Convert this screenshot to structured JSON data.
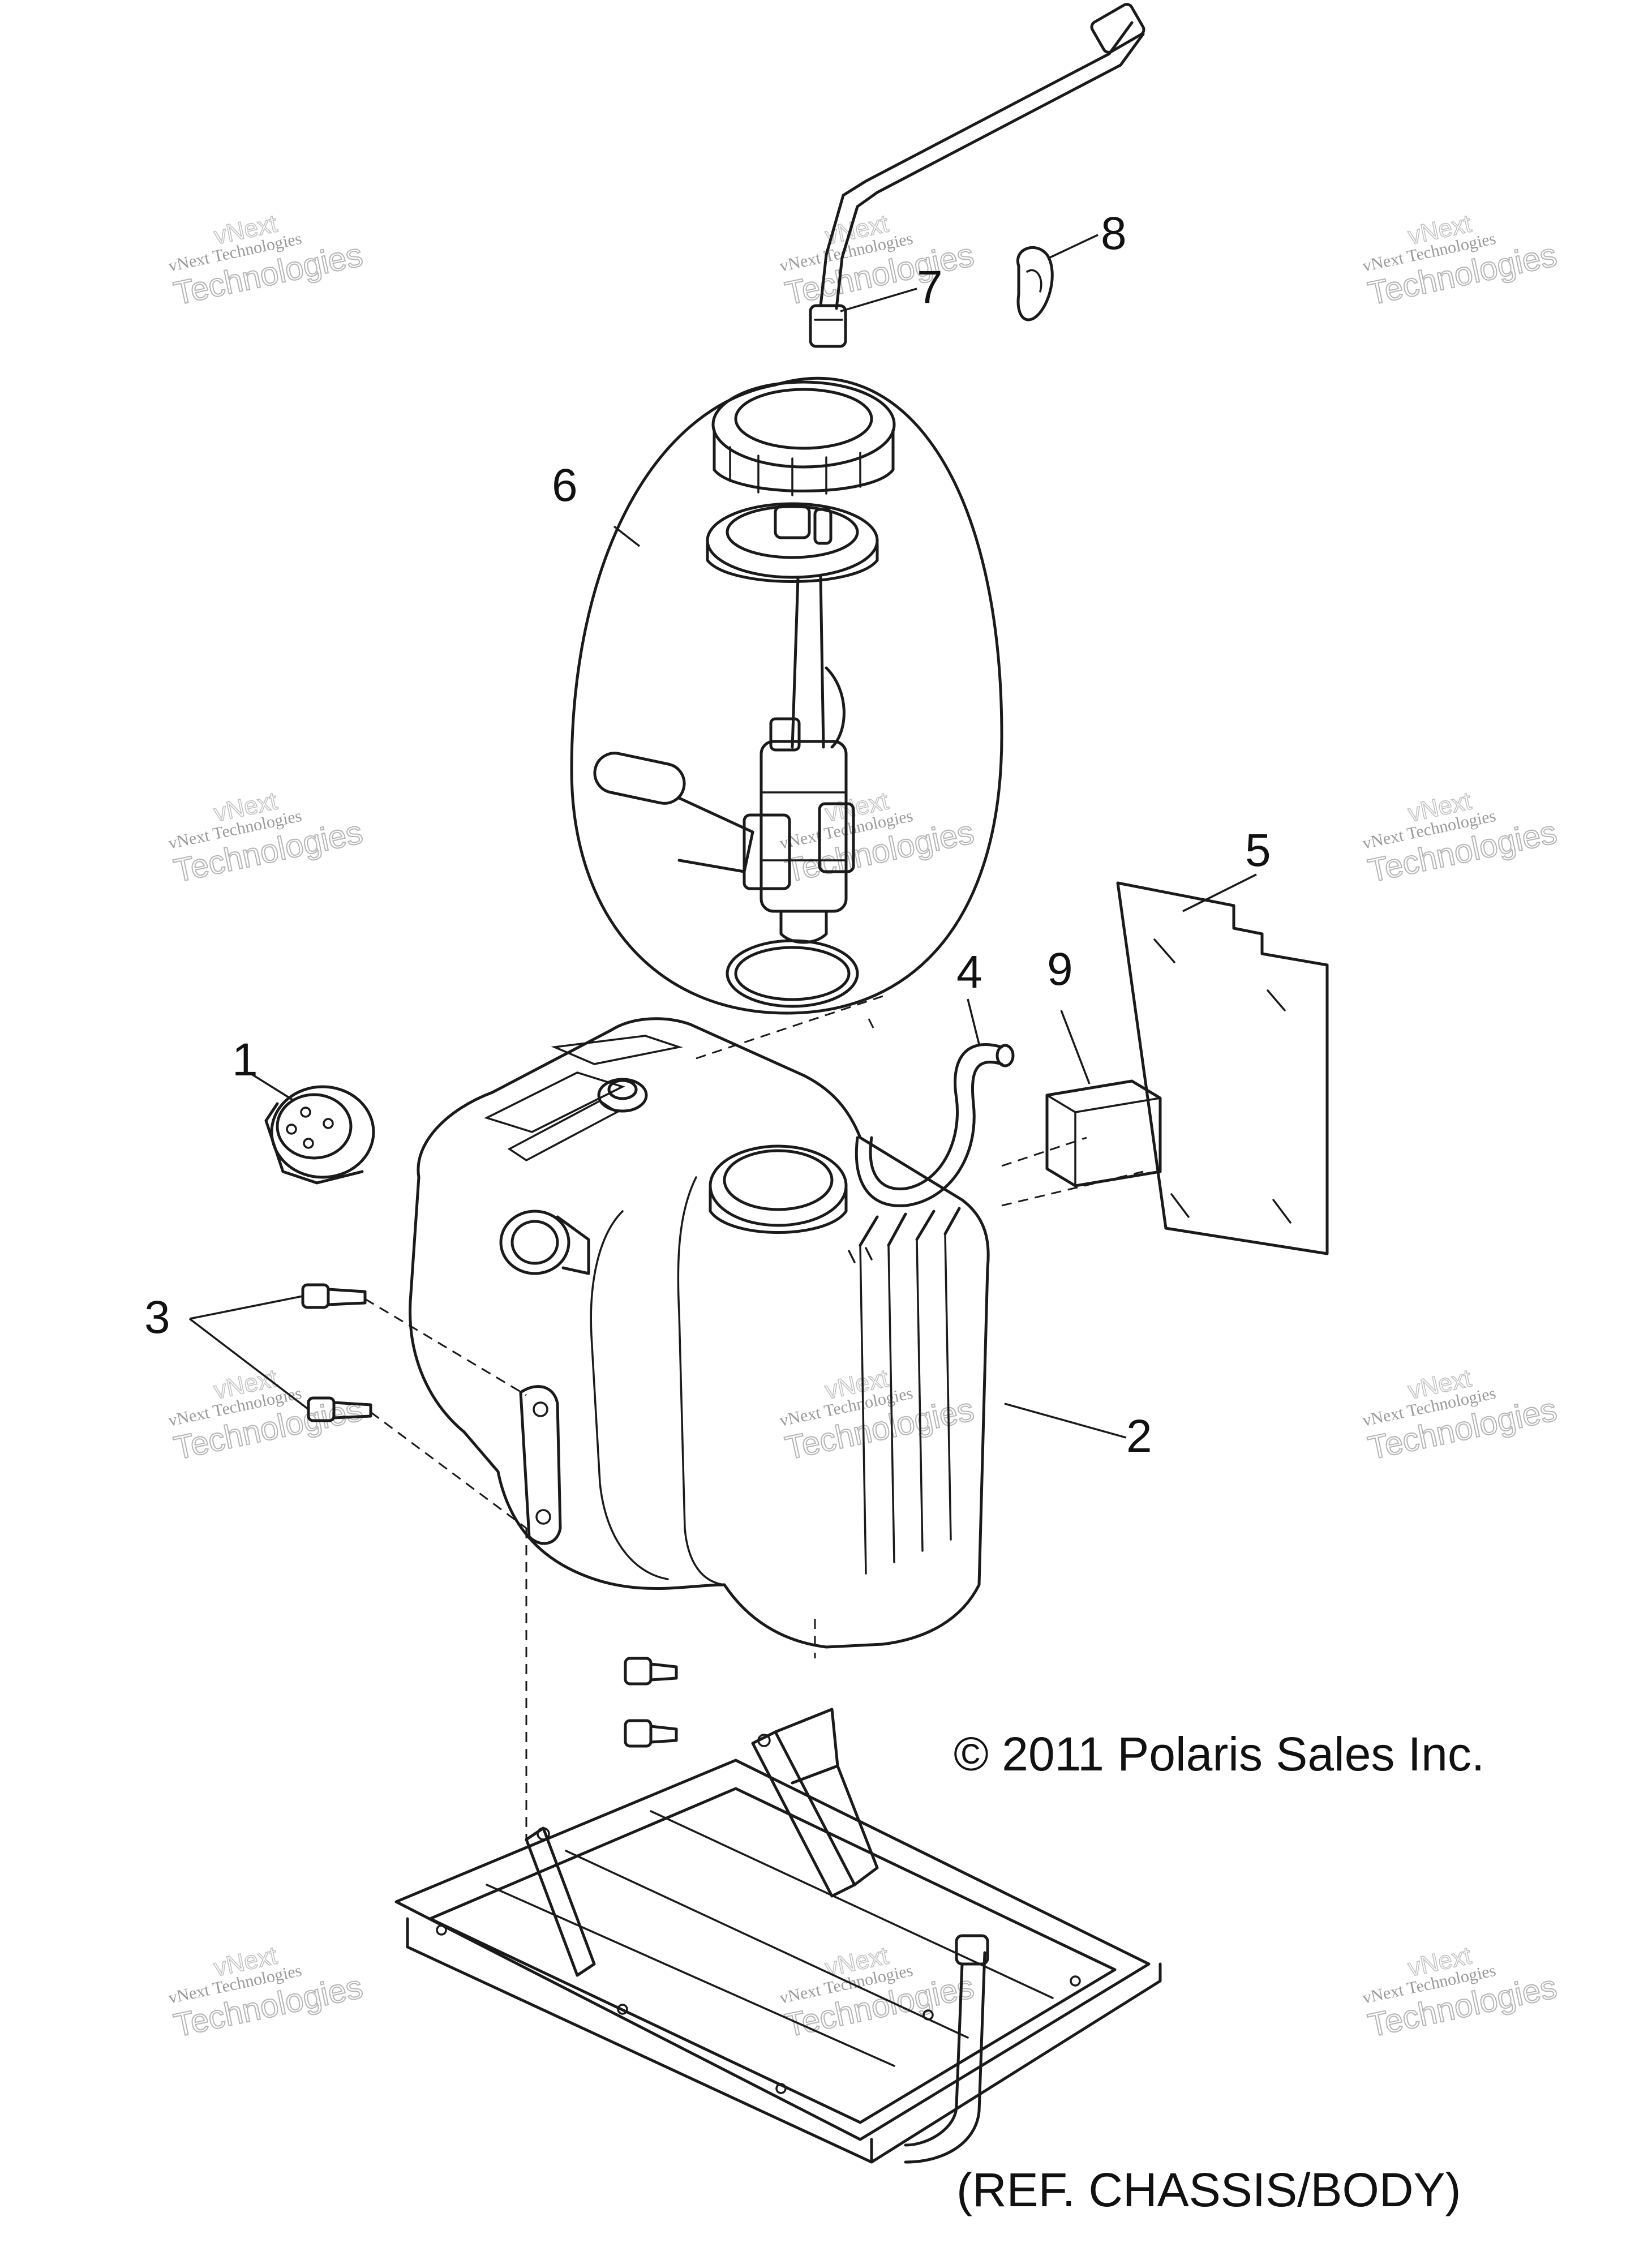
{
  "callouts": [
    "1",
    "2",
    "3",
    "4",
    "5",
    "6",
    "7",
    "8",
    "9"
  ],
  "watermark": {
    "line1": "vNext",
    "line2": "vNext Technologies",
    "line3": "Technologies"
  },
  "copyright": "© 2011 Polaris Sales Inc.",
  "reference": "(REF. CHASSIS/BODY)"
}
